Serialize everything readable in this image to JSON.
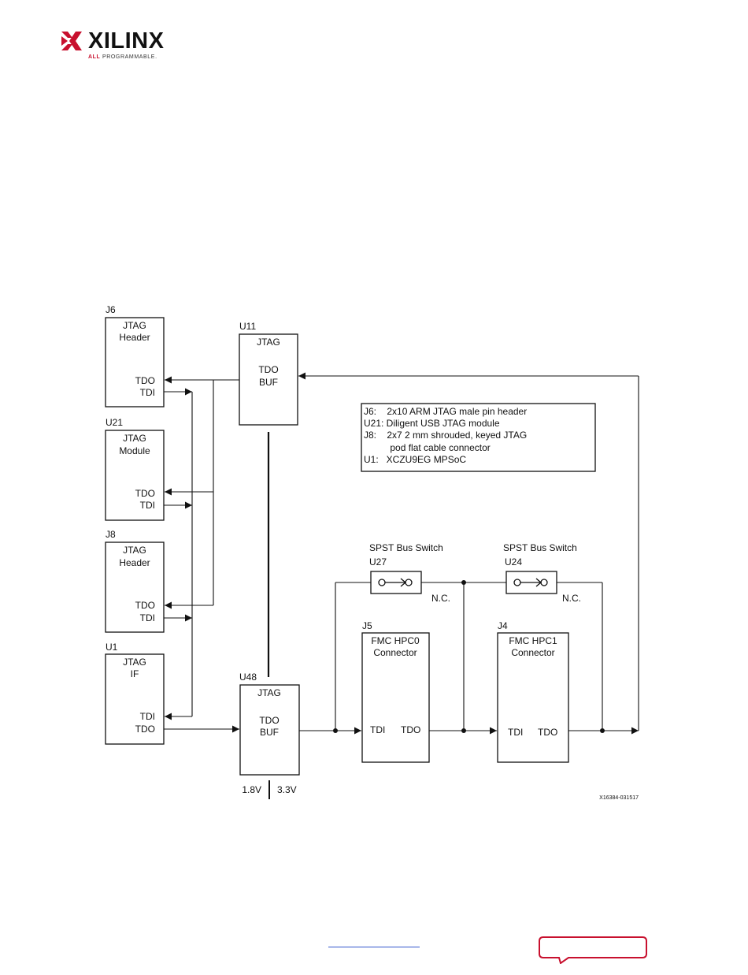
{
  "header": {
    "logo_word": "XILINX",
    "logo_sub_all": "ALL",
    "logo_sub_rest": " PROGRAMMABLE."
  },
  "diagram": {
    "components": {
      "j6": {
        "ref": "J6",
        "line1": "JTAG",
        "line2": "Header",
        "pin1": "TDO",
        "pin2": "TDI"
      },
      "u21": {
        "ref": "U21",
        "line1": "JTAG",
        "line2": "Module",
        "pin1": "TDO",
        "pin2": "TDI"
      },
      "j8": {
        "ref": "J8",
        "line1": "JTAG",
        "line2": "Header",
        "pin1": "TDO",
        "pin2": "TDI"
      },
      "u1": {
        "ref": "U1",
        "line1": "JTAG",
        "line2": "IF",
        "pin1": "TDI",
        "pin2": "TDO"
      },
      "u11": {
        "ref": "U11",
        "line1": "JTAG",
        "line2": "TDO",
        "line3": "BUF"
      },
      "u48": {
        "ref": "U48",
        "line1": "JTAG",
        "line2": "TDO",
        "line3": "BUF"
      },
      "u27": {
        "title": "SPST Bus Switch",
        "ref": "U27",
        "nc": "N.C."
      },
      "u24": {
        "title": "SPST Bus Switch",
        "ref": "U24",
        "nc": "N.C."
      },
      "j5": {
        "ref": "J5",
        "line1": "FMC HPC0",
        "line2": "Connector",
        "pin1": "TDI",
        "pin2": "TDO"
      },
      "j4": {
        "ref": "J4",
        "line1": "FMC HPC1",
        "line2": "Connector",
        "pin1": "TDI",
        "pin2": "TDO"
      }
    },
    "legend": [
      "J6:    2x10 ARM JTAG male pin header",
      "U21: Diligent USB JTAG module",
      "J8:    2x7 2 mm shrouded, keyed JTAG",
      "          pod flat cable connector",
      "U1:   XCZU9EG MPSoC"
    ],
    "voltage_low": "1.8V",
    "voltage_high": "3.3V",
    "figure_id": "X16384-031517"
  },
  "colors": {
    "accent": "#c8102e",
    "link": "#3355cc",
    "line": "#111111"
  }
}
